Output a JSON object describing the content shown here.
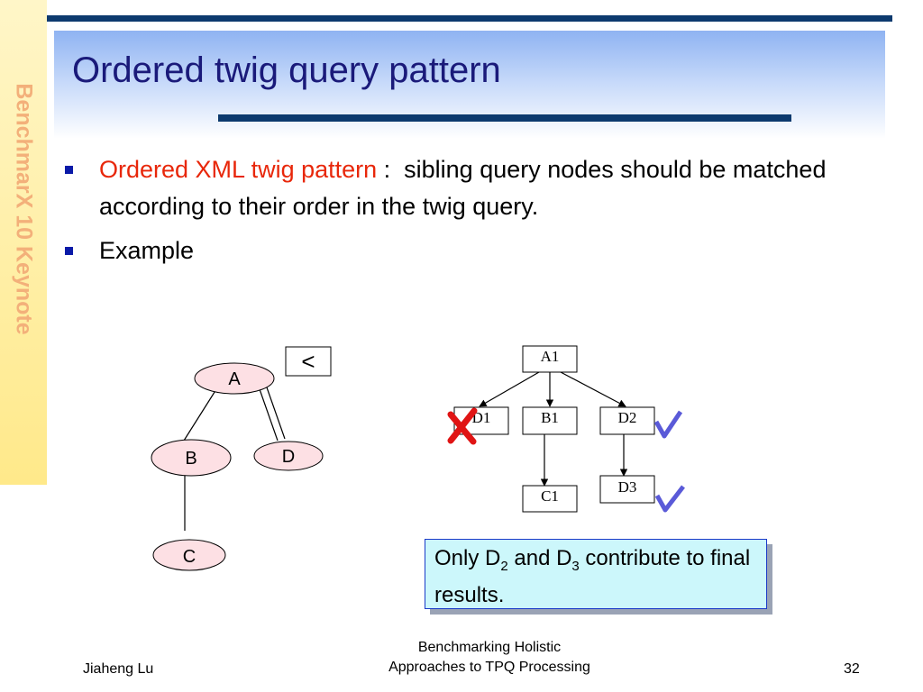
{
  "sidebar": {
    "vertical_text": "BenchmarX 10 Keynote"
  },
  "slide": {
    "title": "Ordered twig query pattern",
    "bullets": [
      {
        "highlight": "Ordered XML twig pattern",
        "separator": " :  ",
        "text": "sibling query nodes should be matched according to their order in the twig query."
      },
      {
        "text": "Example"
      }
    ]
  },
  "query_tree": {
    "nodes": [
      "A",
      "B",
      "D",
      "C"
    ],
    "order_symbol": "<"
  },
  "document_tree": {
    "nodes": [
      "A1",
      "D1",
      "B1",
      "D2",
      "C1",
      "D3"
    ],
    "marks": {
      "rejected": "D1",
      "accepted": [
        "D2",
        "D3"
      ]
    }
  },
  "result_note": {
    "prefix": "Only D",
    "sub1": "2",
    "middle": " and D",
    "sub2": "3",
    "suffix": " contribute to final results."
  },
  "footer": {
    "author": "Jiaheng Lu",
    "talk_title_line1": "Benchmarking Holistic",
    "talk_title_line2": "Approaches to TPQ Processing",
    "page_number": "32"
  },
  "colors": {
    "title": "#1a1a7a",
    "highlight_red": "#e8270a",
    "bullet_blue": "#0a1aa8",
    "dark_bar": "#0d3a6e",
    "node_fill": "#fde0e4",
    "note_bg": "#ccf7fb",
    "check": "#5a5ad8",
    "cross": "#e01414"
  }
}
